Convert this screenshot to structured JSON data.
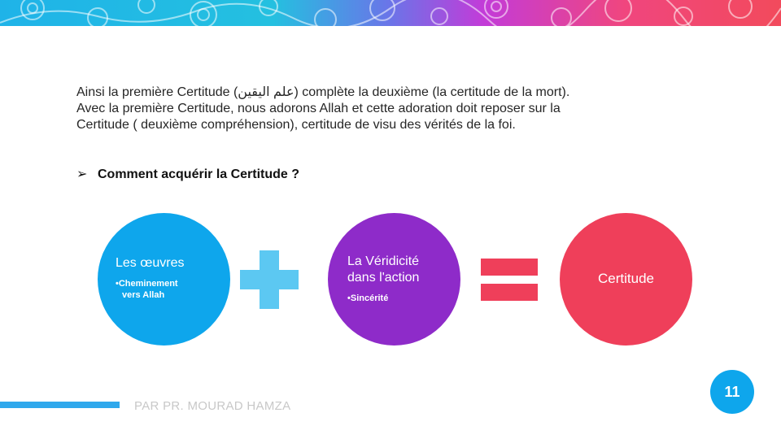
{
  "slide": {
    "paragraph_lines": [
      "Ainsi la première Certitude (علم اليقين) complète la deuxième (la certitude de la mort).",
      "Avec la première Certitude, nous adorons Allah et cette adoration doit reposer sur la",
      "Certitude ( deuxième compréhension), certitude de visu des vérités de la foi."
    ],
    "bullet_marker": "➢",
    "bullet_text": "Comment acquérir la Certitude ?",
    "circles": [
      {
        "title": "Les œuvres",
        "subtitle_line1": "•Cheminement",
        "subtitle_line2": "vers Allah",
        "color": "#0ea6ec"
      },
      {
        "title_line1": "La Véridicité",
        "title_line2": "dans l'action",
        "subtitle": "•Sincérité",
        "color": "#8e2bc9"
      },
      {
        "title": "Certitude",
        "color": "#ef3f5a"
      }
    ],
    "operators": {
      "plus_color": "#5cc8f2",
      "equals_color": "#ef3f5a"
    }
  },
  "footer": {
    "author": "PAR PR. MOURAD HAMZA",
    "page_number": "11",
    "accent": "#2fa8ec"
  }
}
